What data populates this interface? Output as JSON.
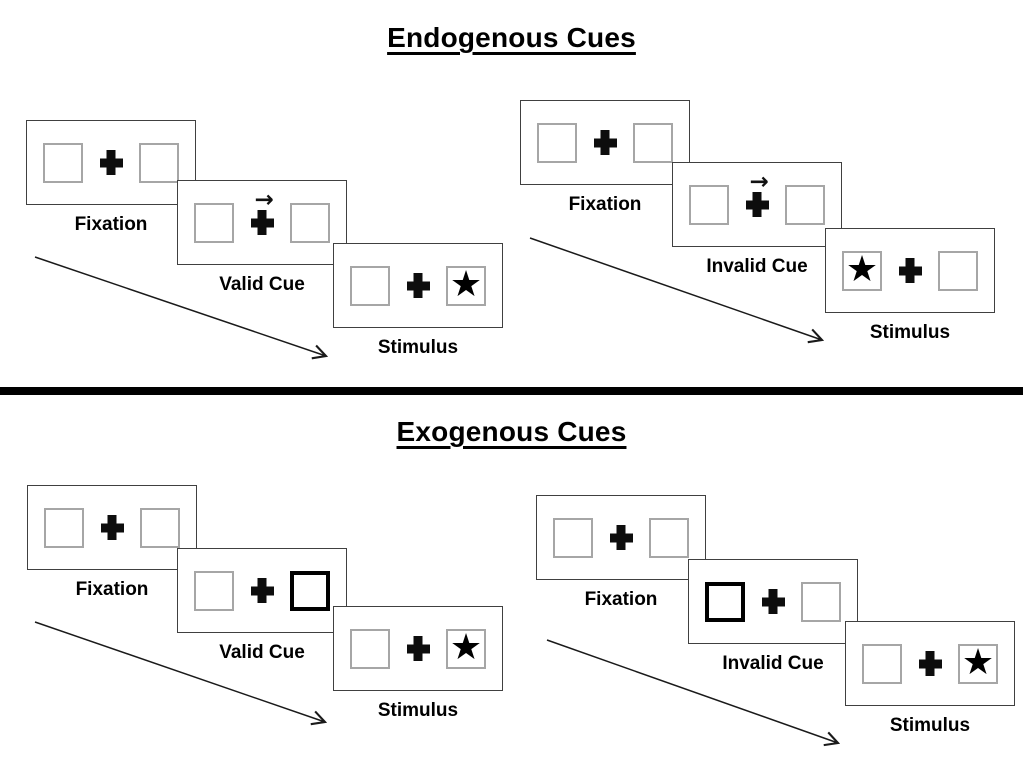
{
  "colors": {
    "panel_border": "#404040",
    "square_border": "#a6a6a6",
    "thick_square_border": "#000000",
    "divider": "#000000",
    "ink": "#000000"
  },
  "icons": {
    "fixation_cross": "heavy-plus",
    "stimulus_target": "black-star",
    "endogenous_cue": "right-arrow",
    "exogenous_cue": "bold-outlined-box"
  },
  "symbols": {
    "star": "★",
    "cue_arrow": "→"
  },
  "sections": [
    {
      "title": "Endogenous Cues",
      "sequences": [
        {
          "name": "valid",
          "frames": [
            {
              "label": "Fixation"
            },
            {
              "label": "Valid Cue"
            },
            {
              "label": "Stimulus"
            }
          ]
        },
        {
          "name": "invalid",
          "frames": [
            {
              "label": "Fixation"
            },
            {
              "label": "Invalid Cue"
            },
            {
              "label": "Stimulus"
            }
          ]
        }
      ]
    },
    {
      "title": "Exogenous Cues",
      "sequences": [
        {
          "name": "valid",
          "frames": [
            {
              "label": "Fixation"
            },
            {
              "label": "Valid Cue"
            },
            {
              "label": "Stimulus"
            }
          ]
        },
        {
          "name": "invalid",
          "frames": [
            {
              "label": "Fixation"
            },
            {
              "label": "Invalid Cue"
            },
            {
              "label": "Stimulus"
            }
          ]
        }
      ]
    }
  ]
}
